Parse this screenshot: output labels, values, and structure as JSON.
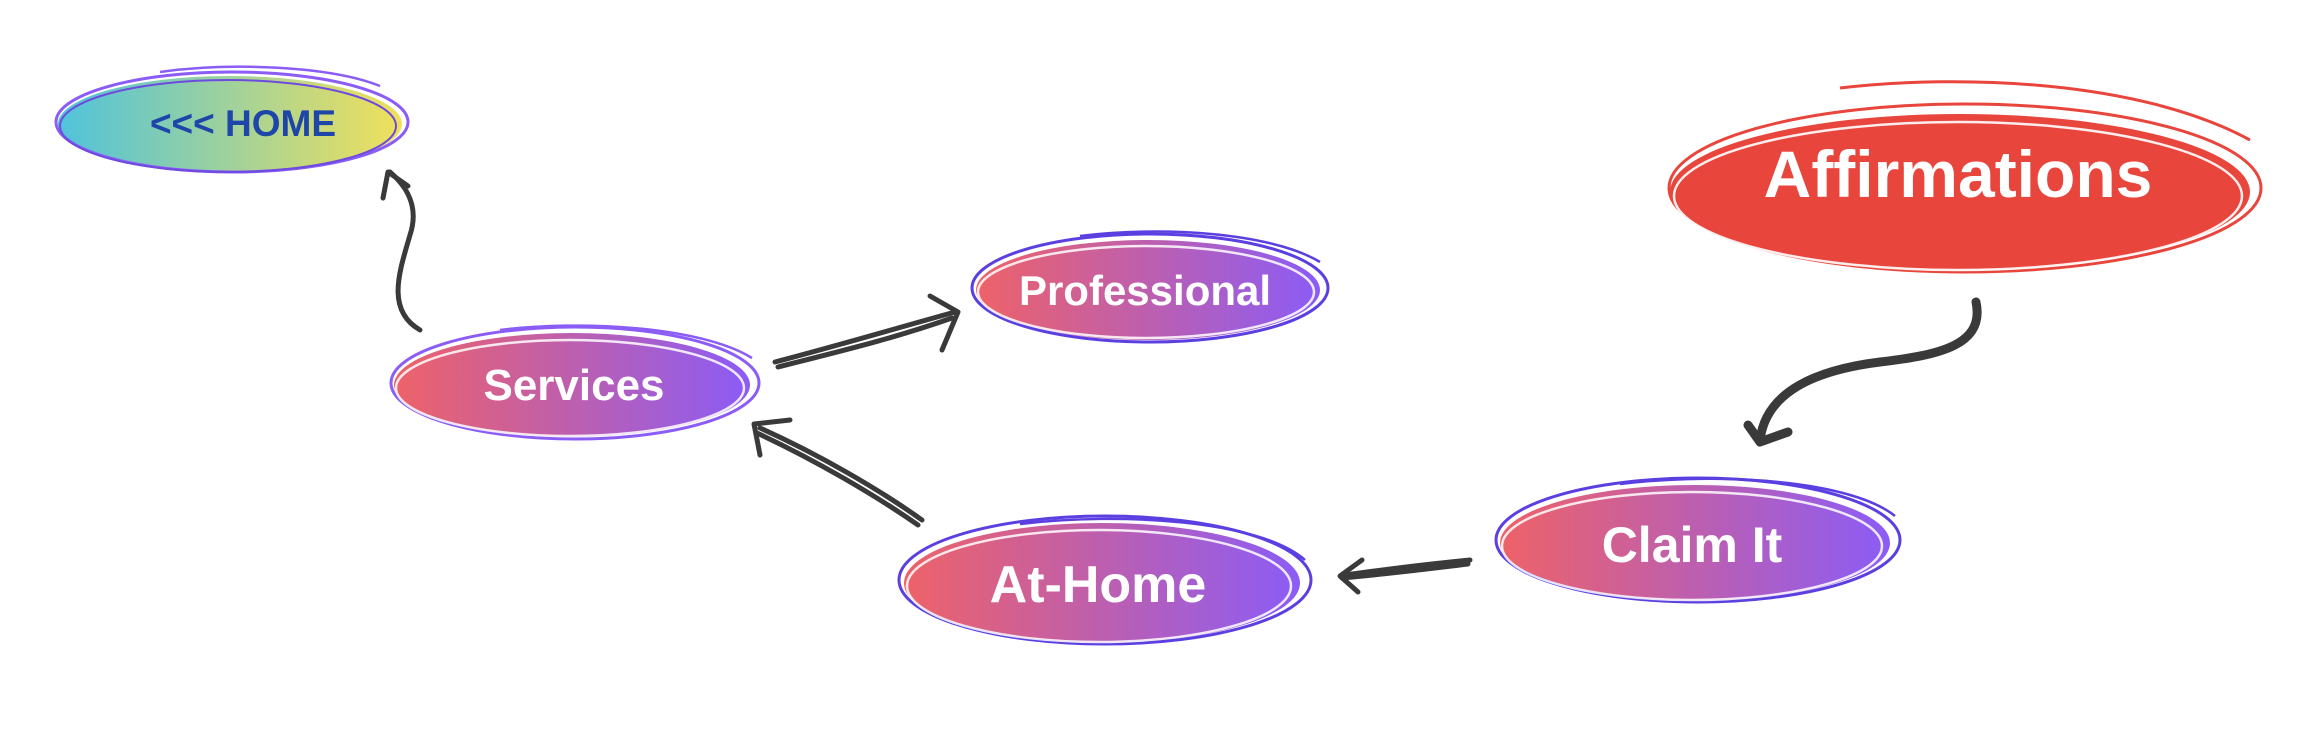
{
  "nodes": {
    "home": {
      "label": "<<< HOME"
    },
    "affirmations": {
      "label": "Affirmations"
    },
    "professional": {
      "label": "Professional"
    },
    "services": {
      "label": "Services"
    },
    "claim_it": {
      "label": "Claim It"
    },
    "at_home": {
      "label": "At-Home"
    }
  },
  "colors": {
    "node_gradient_start": "#ee6268",
    "node_gradient_end": "#8b5cf6",
    "node_outline": "#5b3fe0",
    "home_gradient_start": "#4fc3dc",
    "home_gradient_end": "#f1e05a",
    "home_text": "#1e46a8",
    "affirmations_fill": "#e8453c",
    "label_text": "#ffffff",
    "arrow": "#3a3a3a"
  }
}
